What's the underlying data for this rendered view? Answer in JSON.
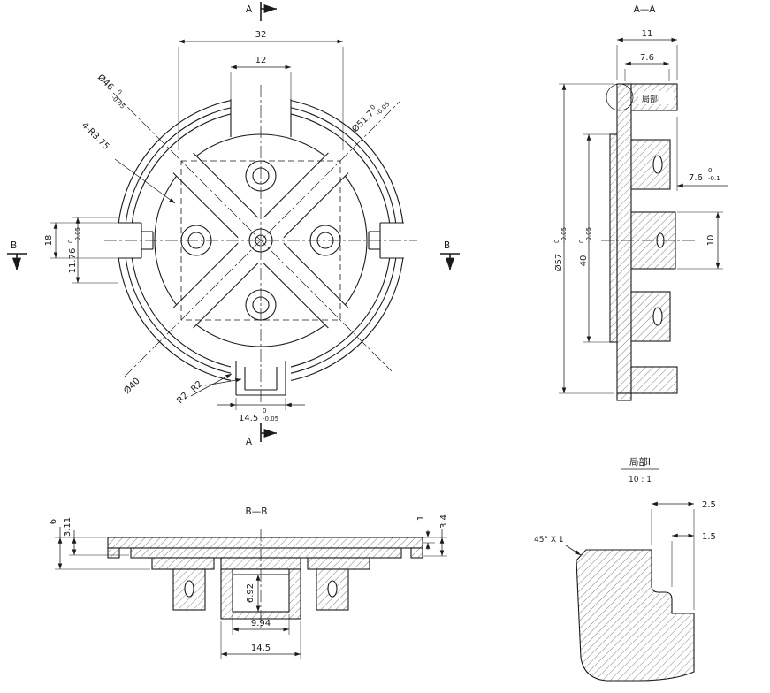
{
  "views": {
    "front": {
      "section_a_top": "A",
      "section_a_bottom": "A",
      "section_b_left": "B",
      "section_b_right": "B",
      "dim_32": "32",
      "dim_12": "12",
      "dim_18": "18",
      "r_label": "4-R3.75",
      "dia46": {
        "value": "Ø46",
        "tol_top": "0",
        "tol_bottom": "-0.05"
      },
      "dia51_7": {
        "value": "Ø51.7",
        "tol_top": "0",
        "tol_bottom": "-0.05"
      },
      "dim_11_76": {
        "value": "11.76",
        "tol_top": "0",
        "tol_bottom": "-0.05"
      },
      "dia40": "Ø40",
      "r2_a": "R2",
      "r2_b": "R2",
      "dim_14_5": {
        "value": "14.5",
        "tol_top": "0",
        "tol_bottom": "-0.05"
      }
    },
    "section_aa": {
      "title": "A—A",
      "dim_11": "11",
      "dim_7_6": "7.6",
      "dia57": {
        "value": "Ø57",
        "tol_top": "0",
        "tol_bottom": "-0.05"
      },
      "dim_40": {
        "value": "40",
        "tol_top": "0",
        "tol_bottom": "-0.05"
      },
      "dim_7_6r": {
        "value": "7.6",
        "tol_top": "0",
        "tol_bottom": "-0.1"
      },
      "dim_10": "10",
      "callout": "局部I"
    },
    "section_bb": {
      "title": "B—B",
      "dim_6": "6",
      "dim_3_11": "3.11",
      "dim_1": "1",
      "dim_3_4": "3.4",
      "dim_6_92": "6.92",
      "dim_9_94": "9.94",
      "dim_14_5": "14.5"
    },
    "detail": {
      "title": "局部I",
      "scale": "10 : 1",
      "dim_2_5": "2.5",
      "dim_1_5": "1.5",
      "chamfer": "45° X 1"
    }
  }
}
